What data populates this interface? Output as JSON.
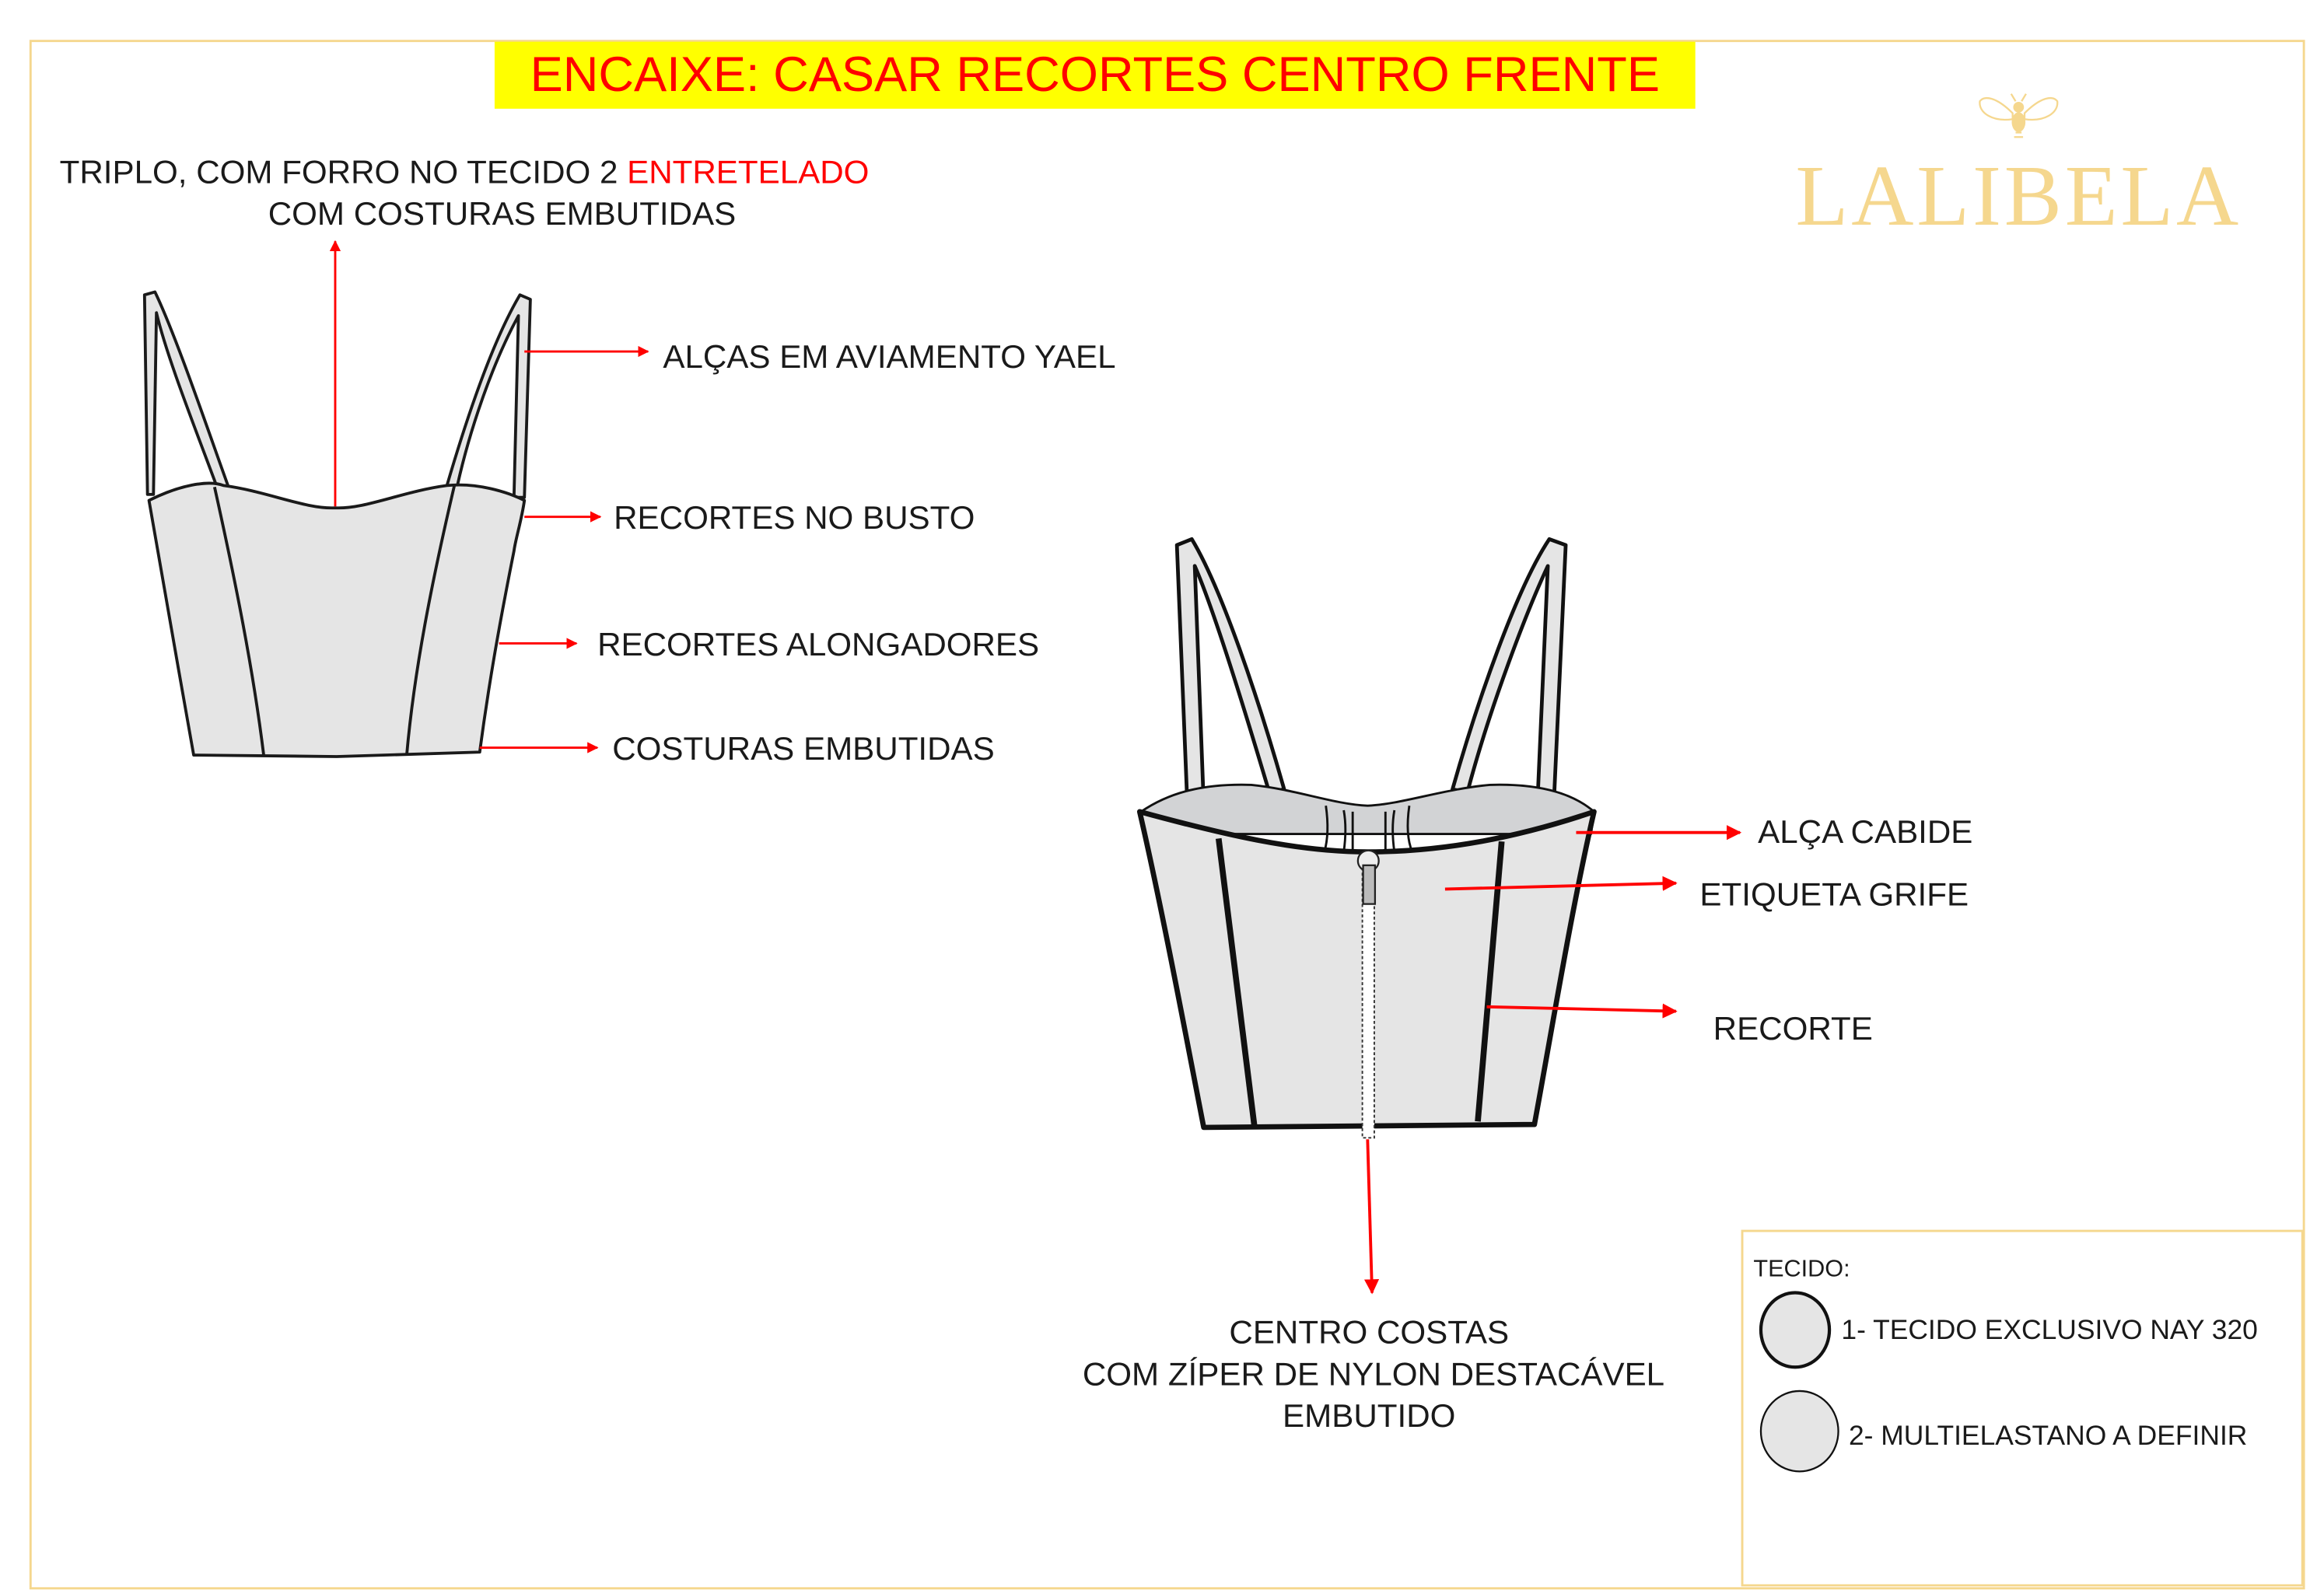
{
  "title": "ENCAIXE: CASAR RECORTES CENTRO FRENTE",
  "brand": "LALIBELA",
  "front_notes": {
    "top_line1": "TRIPLO, COM FORRO NO TECIDO 2 ",
    "top_line1_highlight": "ENTRETELADO",
    "top_line2": "COM COSTURAS EMBUTIDAS",
    "straps": "ALÇAS EM AVIAMENTO YAEL",
    "bust": "RECORTES NO BUSTO",
    "elongating": "RECORTES ALONGADORES",
    "seams": "COSTURAS EMBUTIDAS"
  },
  "back_notes": {
    "hanger_loop": "ALÇA CABIDE",
    "label": "ETIQUETA GRIFE",
    "cut": "RECORTE",
    "center_line1": "CENTRO COSTAS",
    "center_line2": "COM ZÍPER DE NYLON DESTACÁVEL",
    "center_line3": "EMBUTIDO"
  },
  "fabric_legend": {
    "heading": "TECIDO:",
    "items": [
      {
        "label": "1- TECIDO EXCLUSIVO NAY 320"
      },
      {
        "label": "2- MULTIELASTANO  A DEFINIR"
      }
    ]
  },
  "colors": {
    "annotation": "#ff0000",
    "title_bg": "#ffff00",
    "brand": "#f5d78e",
    "fabric": "#e5e5e5"
  }
}
